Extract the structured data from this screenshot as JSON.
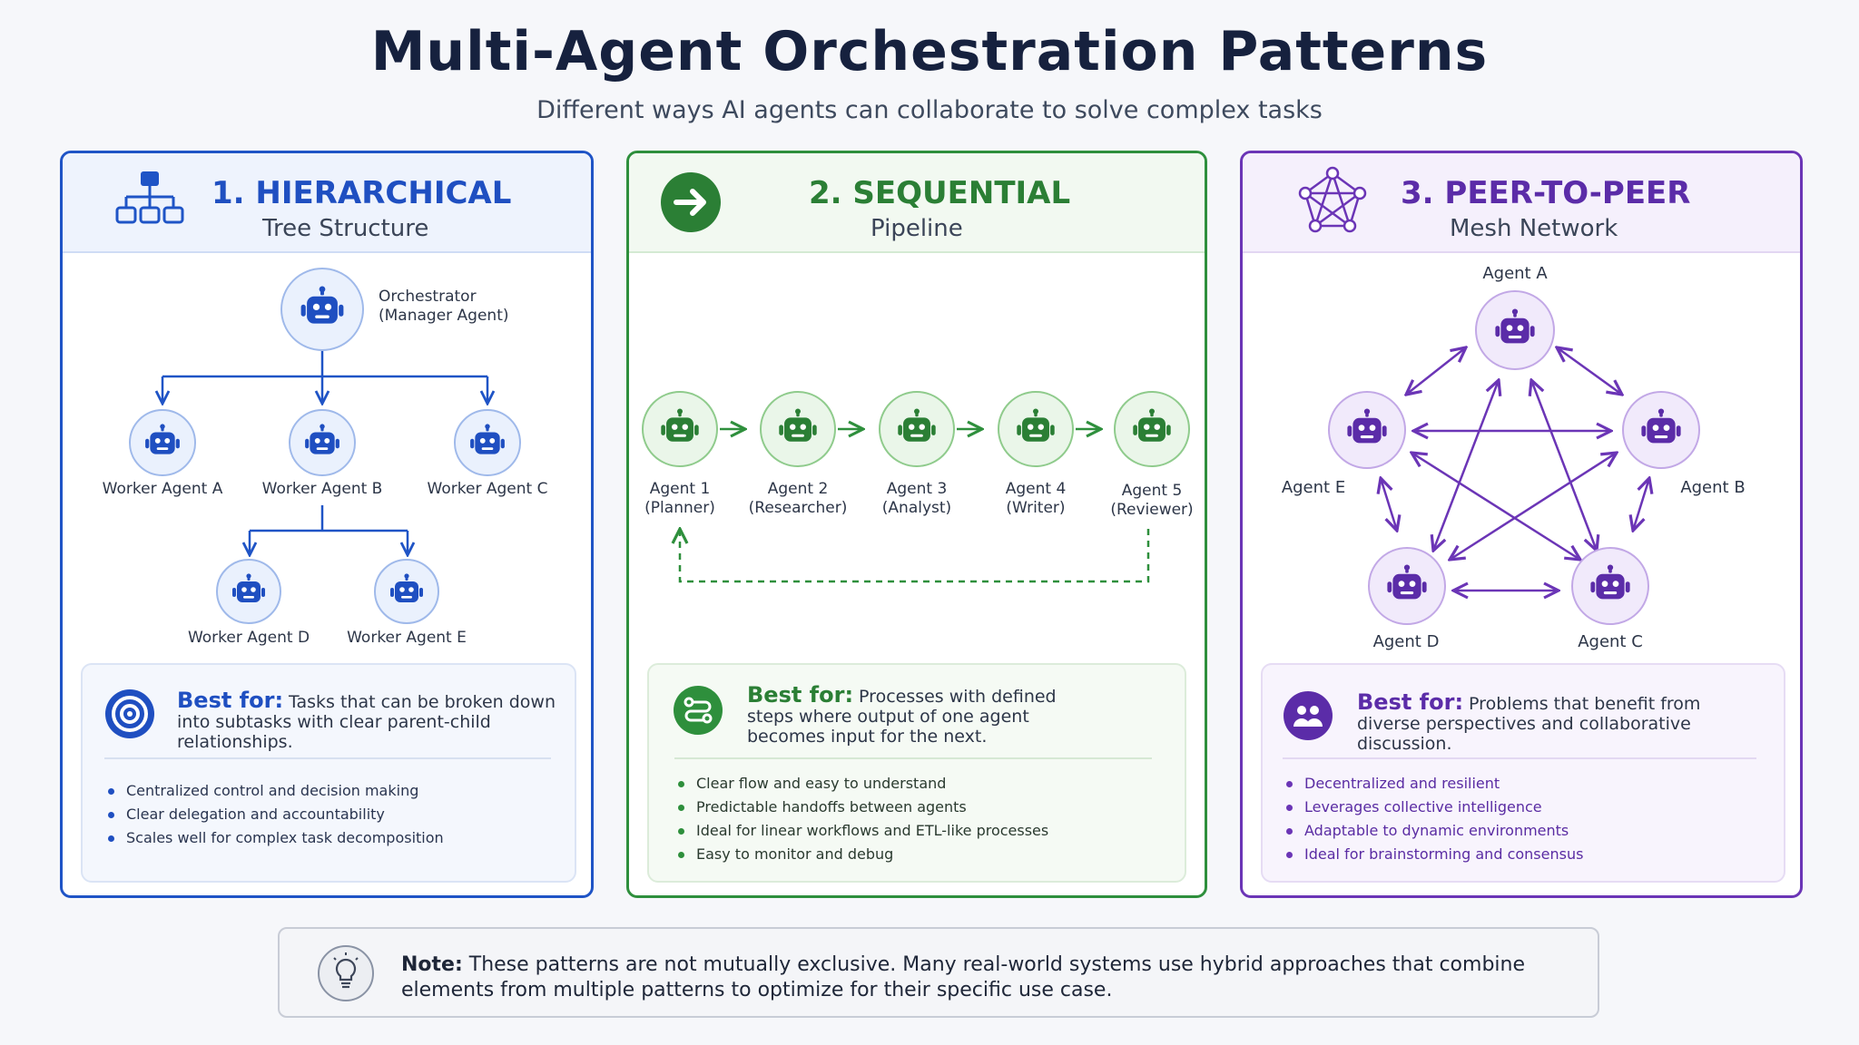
{
  "title": "Multi-Agent Orchestration Patterns",
  "subtitle": "Different ways AI agents can collaborate to solve complex tasks",
  "colors": {
    "blue": "#1f54c6",
    "green": "#2e8f3c",
    "purple": "#6b35b6"
  },
  "hierarchical": {
    "icon": "hierarchy-icon",
    "title": "1.  HIERARCHICAL",
    "subtitle": "Tree Structure",
    "orchestrator": {
      "line1": "Orchestrator",
      "line2": "(Manager Agent)"
    },
    "workers": [
      "Worker Agent A",
      "Worker Agent B",
      "Worker Agent C",
      "Worker Agent D",
      "Worker Agent E"
    ],
    "best_for_head": "Best for:",
    "best_for_text": "Tasks that can be broken down into subtasks with clear parent-child relationships.",
    "bullets": [
      "Centralized control and decision making",
      "Clear delegation and accountability",
      "Scales well for complex task decomposition"
    ]
  },
  "sequential": {
    "icon": "arrow-right-icon",
    "title": "2.  SEQUENTIAL",
    "subtitle": "Pipeline",
    "agents": [
      {
        "name": "Agent 1",
        "role": "(Planner)"
      },
      {
        "name": "Agent 2",
        "role": "(Researcher)"
      },
      {
        "name": "Agent 3",
        "role": "(Analyst)"
      },
      {
        "name": "Agent 4",
        "role": "(Writer)"
      },
      {
        "name": "Agent 5",
        "role": "(Reviewer)"
      }
    ],
    "best_for_head": "Best for:",
    "best_for_text": "Processes with defined steps where output of one agent becomes input for the next.",
    "bullets": [
      "Clear flow and easy to understand",
      "Predictable handoffs between agents",
      "Ideal for linear workflows and ETL-like processes",
      "Easy to monitor and debug"
    ]
  },
  "peer": {
    "icon": "mesh-network-icon",
    "title": "3.  PEER-TO-PEER",
    "subtitle": "Mesh Network",
    "agents": [
      "Agent A",
      "Agent B",
      "Agent C",
      "Agent D",
      "Agent E"
    ],
    "best_for_head": "Best for:",
    "best_for_text": "Problems that benefit from diverse perspectives and collaborative discussion.",
    "bullets": [
      "Decentralized and resilient",
      "Leverages collective intelligence",
      "Adaptable to dynamic environments",
      "Ideal for brainstorming and consensus"
    ]
  },
  "note": {
    "icon": "lightbulb-icon",
    "head": "Note:",
    "text": "These patterns are not mutually exclusive. Many real-world systems use hybrid approaches that combine elements from multiple patterns to optimize for their specific use case."
  }
}
